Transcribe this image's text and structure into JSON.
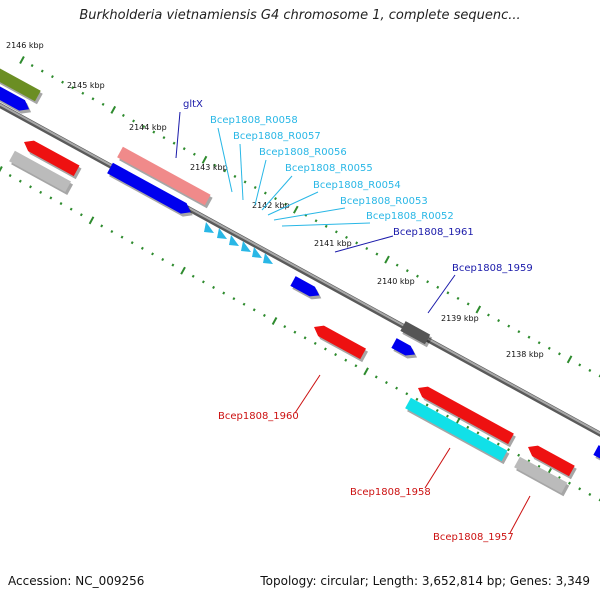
{
  "title": "Burkholderia vietnamiensis G4 chromosome 1, complete sequenc...",
  "footer": {
    "accession": "Accession: NC_009256",
    "summary": "Topology: circular; Length: 3,652,814 bp; Genes: 3,349"
  },
  "ticks": [
    {
      "label": "2146 kbp"
    },
    {
      "label": "2145 kbp"
    },
    {
      "label": "2144 kbp"
    },
    {
      "label": "2143 kbp"
    },
    {
      "label": "2142 kbp"
    },
    {
      "label": "2141 kbp"
    },
    {
      "label": "2140 kbp"
    },
    {
      "label": "2139 kbp"
    },
    {
      "label": "2138 kbp"
    }
  ],
  "labels": [
    {
      "text": "gltX",
      "color": "#1a1aaa"
    },
    {
      "text": "Bcep1808_R0058",
      "color": "#29b7e6"
    },
    {
      "text": "Bcep1808_R0057",
      "color": "#29b7e6"
    },
    {
      "text": "Bcep1808_R0056",
      "color": "#29b7e6"
    },
    {
      "text": "Bcep1808_R0055",
      "color": "#29b7e6"
    },
    {
      "text": "Bcep1808_R0054",
      "color": "#29b7e6"
    },
    {
      "text": "Bcep1808_R0053",
      "color": "#29b7e6"
    },
    {
      "text": "Bcep1808_R0052",
      "color": "#29b7e6"
    },
    {
      "text": "Bcep1808_1961",
      "color": "#1a1aaa"
    },
    {
      "text": "Bcep1808_1959",
      "color": "#1a1aaa"
    },
    {
      "text": "Bcep1808_1960",
      "color": "#cc1111"
    },
    {
      "text": "Bcep1808_1958",
      "color": "#cc1111"
    },
    {
      "text": "Bcep1808_1957",
      "color": "#cc1111"
    }
  ],
  "colors": {
    "backbone": "#888888",
    "tick": "#2e8b2e",
    "gene_forward": "#0000ee",
    "gene_reverse": "#ee1111",
    "rrna": "#29b7e6",
    "cds_light": "#f08a8a",
    "cds_grey": "#bbbbbb",
    "cds_olive": "#6b8e23",
    "cds_dark": "#555555",
    "cyan_gene": "#11e0e8"
  }
}
